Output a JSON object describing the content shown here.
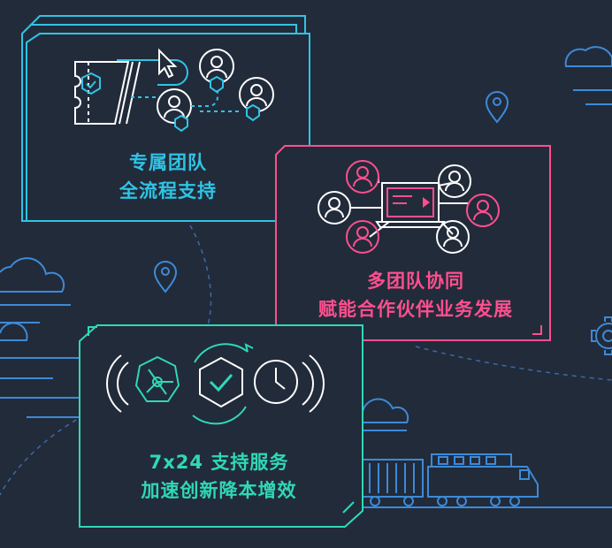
{
  "cards": {
    "team": {
      "line1": "专属团队",
      "line2": "全流程支持"
    },
    "collab": {
      "line1": "多团队协同",
      "line2": "赋能合作伙伴业务发展"
    },
    "support": {
      "line1": "7x24 支持服务",
      "line2": "加速创新降本增效"
    }
  },
  "colors": {
    "background": "#222b3a",
    "cyan": "#2fc4e6",
    "pink": "#ff4f8e",
    "teal": "#2fd8b6",
    "outline": "#ffffff",
    "scenery": "#3d8ad8"
  },
  "icons": [
    "ticket-icon",
    "cursor-icon",
    "user-shield-icon",
    "pin-icon",
    "cloud-icon",
    "users-network-icon",
    "monitor-play-icon",
    "cycle-shield-icon",
    "clock-icon",
    "gear-icon",
    "train-icon"
  ]
}
